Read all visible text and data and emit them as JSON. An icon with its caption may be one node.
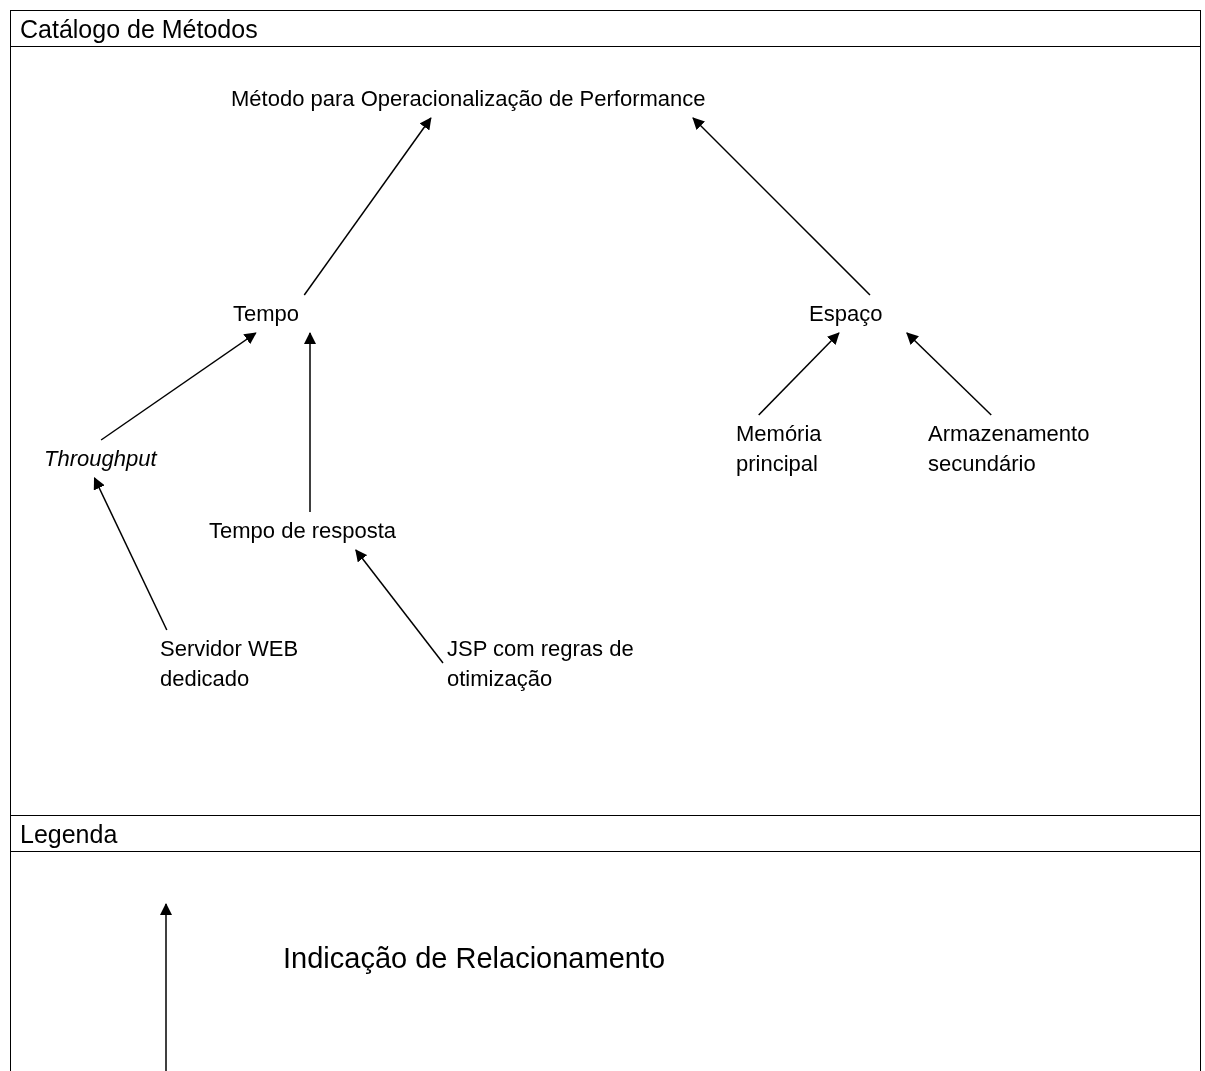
{
  "diagram": {
    "nodes": [
      {
        "text": [
          "Catálogo de Métodos"
        ]
      },
      {
        "text": [
          "Método para Operacionalização de Performance"
        ],
        "in": 0
      },
      {
        "text": [
          "Tempo"
        ],
        "in": 0
      },
      {
        "text": [
          "Espaço"
        ],
        "in": 0
      },
      {
        "text": [
          "Throughput"
        ],
        "in": 0
      },
      {
        "text": [
          "Tempo de resposta"
        ],
        "in": 0
      },
      {
        "text": [
          "Memória principal"
        ],
        "in": 0
      },
      {
        "text": [
          "Armazenamento secundário"
        ],
        "in": 0
      },
      {
        "text": [
          "Servidor WEB dedicado"
        ],
        "in": 0
      },
      {
        "text": [
          "JSP com regras de otimização"
        ],
        "in": 0
      },
      {
        "text": [
          "Legenda"
        ]
      }
    ],
    "edges": [
      {
        "from": 2,
        "to": 1,
        "arrow": "to"
      },
      {
        "from": 3,
        "to": 1,
        "arrow": "to"
      },
      {
        "from": 4,
        "to": 2,
        "arrow": "to"
      },
      {
        "from": 5,
        "to": 2,
        "arrow": "to"
      },
      {
        "from": 6,
        "to": 3,
        "arrow": "to"
      },
      {
        "from": 7,
        "to": 3,
        "arrow": "to"
      },
      {
        "from": 8,
        "to": 4,
        "arrow": "to"
      },
      {
        "from": 9,
        "to": 5,
        "arrow": "to"
      }
    ],
    "legend": [
      {
        "text": "Indicação de Relacionamento"
      }
    ]
  }
}
